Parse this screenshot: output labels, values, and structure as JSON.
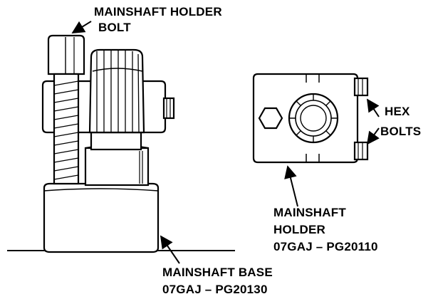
{
  "labels": {
    "holder_bolt": [
      "MAINSHAFT HOLDER",
      "BOLT"
    ],
    "hex_bolts": [
      "HEX",
      "BOLTS"
    ],
    "holder": [
      "MAINSHAFT",
      "HOLDER",
      "07GAJ – PG20110"
    ],
    "base": [
      "MAINSHAFT BASE",
      "07GAJ – PG20130"
    ]
  },
  "colors": {
    "ink": "#000000",
    "paper": "#ffffff"
  }
}
